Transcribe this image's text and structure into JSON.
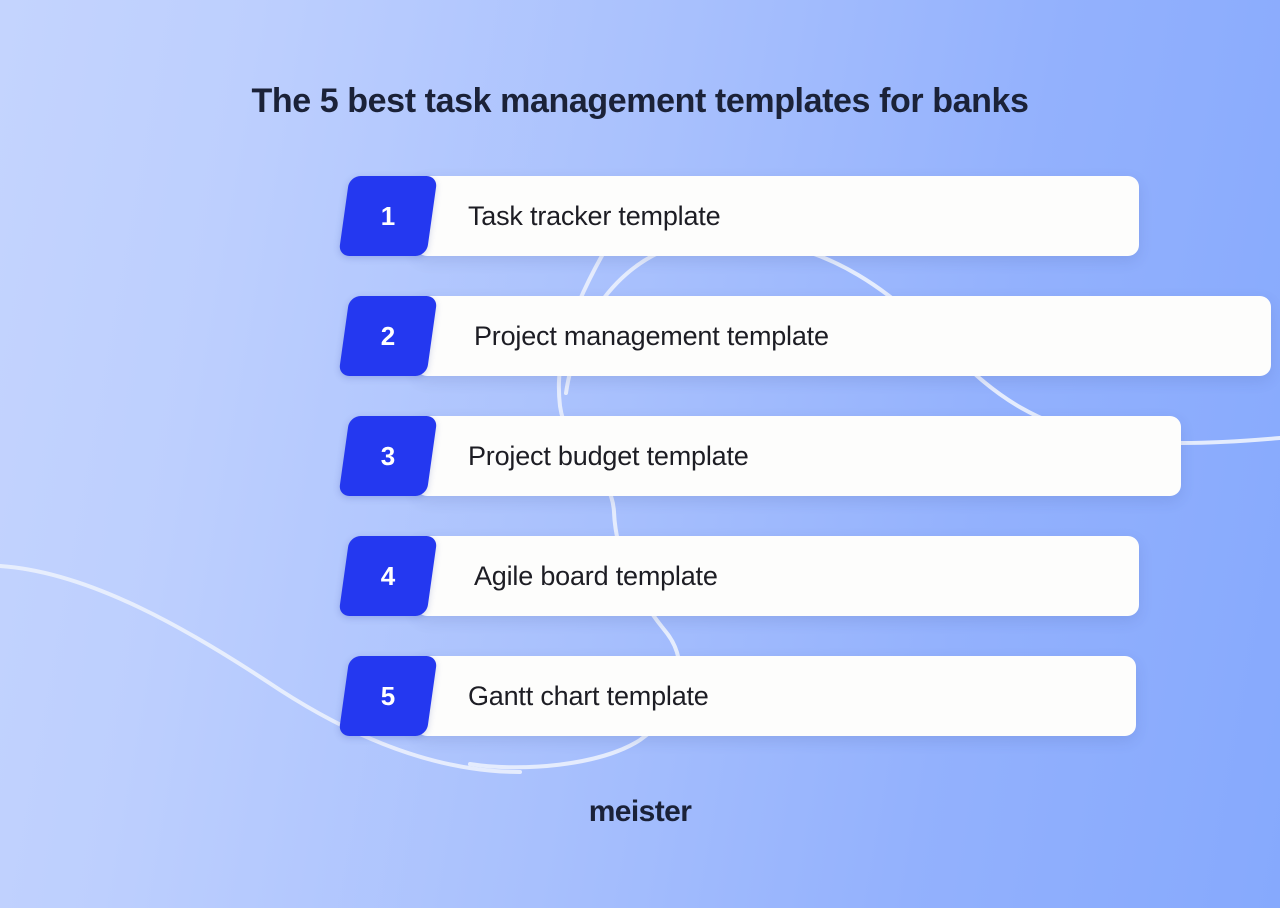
{
  "title": "The 5 best task management templates for banks",
  "brand": "meister",
  "colors": {
    "badge_blue": "#2438F0",
    "card_white": "#FDFDFC",
    "text_dark": "#1B2238",
    "bg_gradient_start": "#C4D4FE",
    "bg_gradient_end": "#86A9FD",
    "curve_stroke": "#E8EEFD"
  },
  "list": {
    "items": [
      {
        "number": "1",
        "label": "Task tracker template"
      },
      {
        "number": "2",
        "label": "Project management template"
      },
      {
        "number": "3",
        "label": "Project budget template"
      },
      {
        "number": "4",
        "label": "Agile board template"
      },
      {
        "number": "5",
        "label": "Gantt chart template"
      }
    ]
  }
}
